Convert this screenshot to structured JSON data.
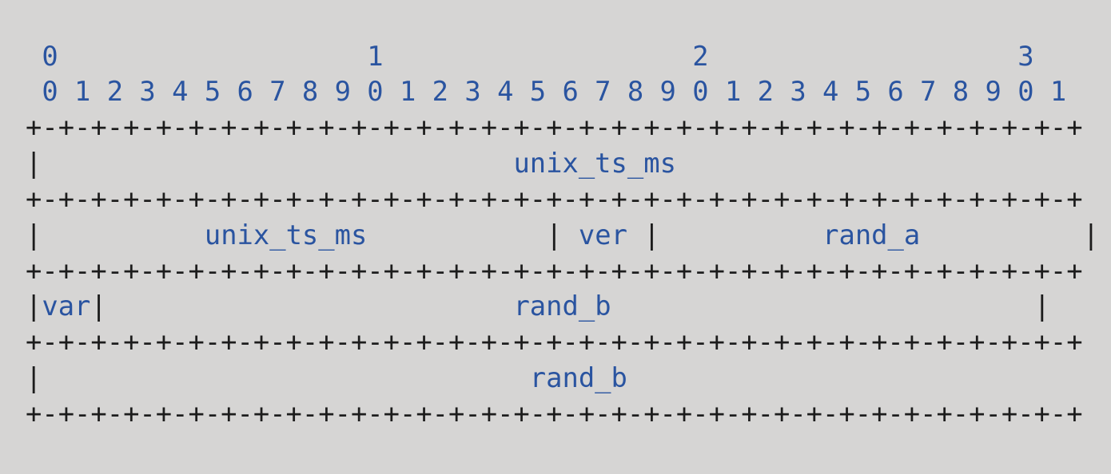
{
  "ruler": {
    "tens": " 0                   1                   2                   3",
    "ones": " 0 1 2 3 4 5 6 7 8 9 0 1 2 3 4 5 6 7 8 9 0 1 2 3 4 5 6 7 8 9 0 1"
  },
  "border_line": "+-+-+-+-+-+-+-+-+-+-+-+-+-+-+-+-+-+-+-+-+-+-+-+-+-+-+-+-+-+-+-+-+",
  "separator": "|",
  "rows": [
    {
      "fields": [
        {
          "name": "unix_ts_ms",
          "before": "                             ",
          "after": "                             "
        }
      ]
    },
    {
      "fields": [
        {
          "name": "unix_ts_ms",
          "before": "          ",
          "after": "           "
        },
        {
          "name": "ver",
          "before": " ",
          "after": " "
        },
        {
          "name": "rand_a",
          "before": "          ",
          "after": "          "
        }
      ]
    },
    {
      "fields": [
        {
          "name": "var",
          "before": "",
          "after": ""
        },
        {
          "name": "rand_b",
          "before": "                         ",
          "after": "                          "
        }
      ]
    },
    {
      "fields": [
        {
          "name": "rand_b",
          "before": "                              ",
          "after": "                              "
        }
      ]
    }
  ]
}
